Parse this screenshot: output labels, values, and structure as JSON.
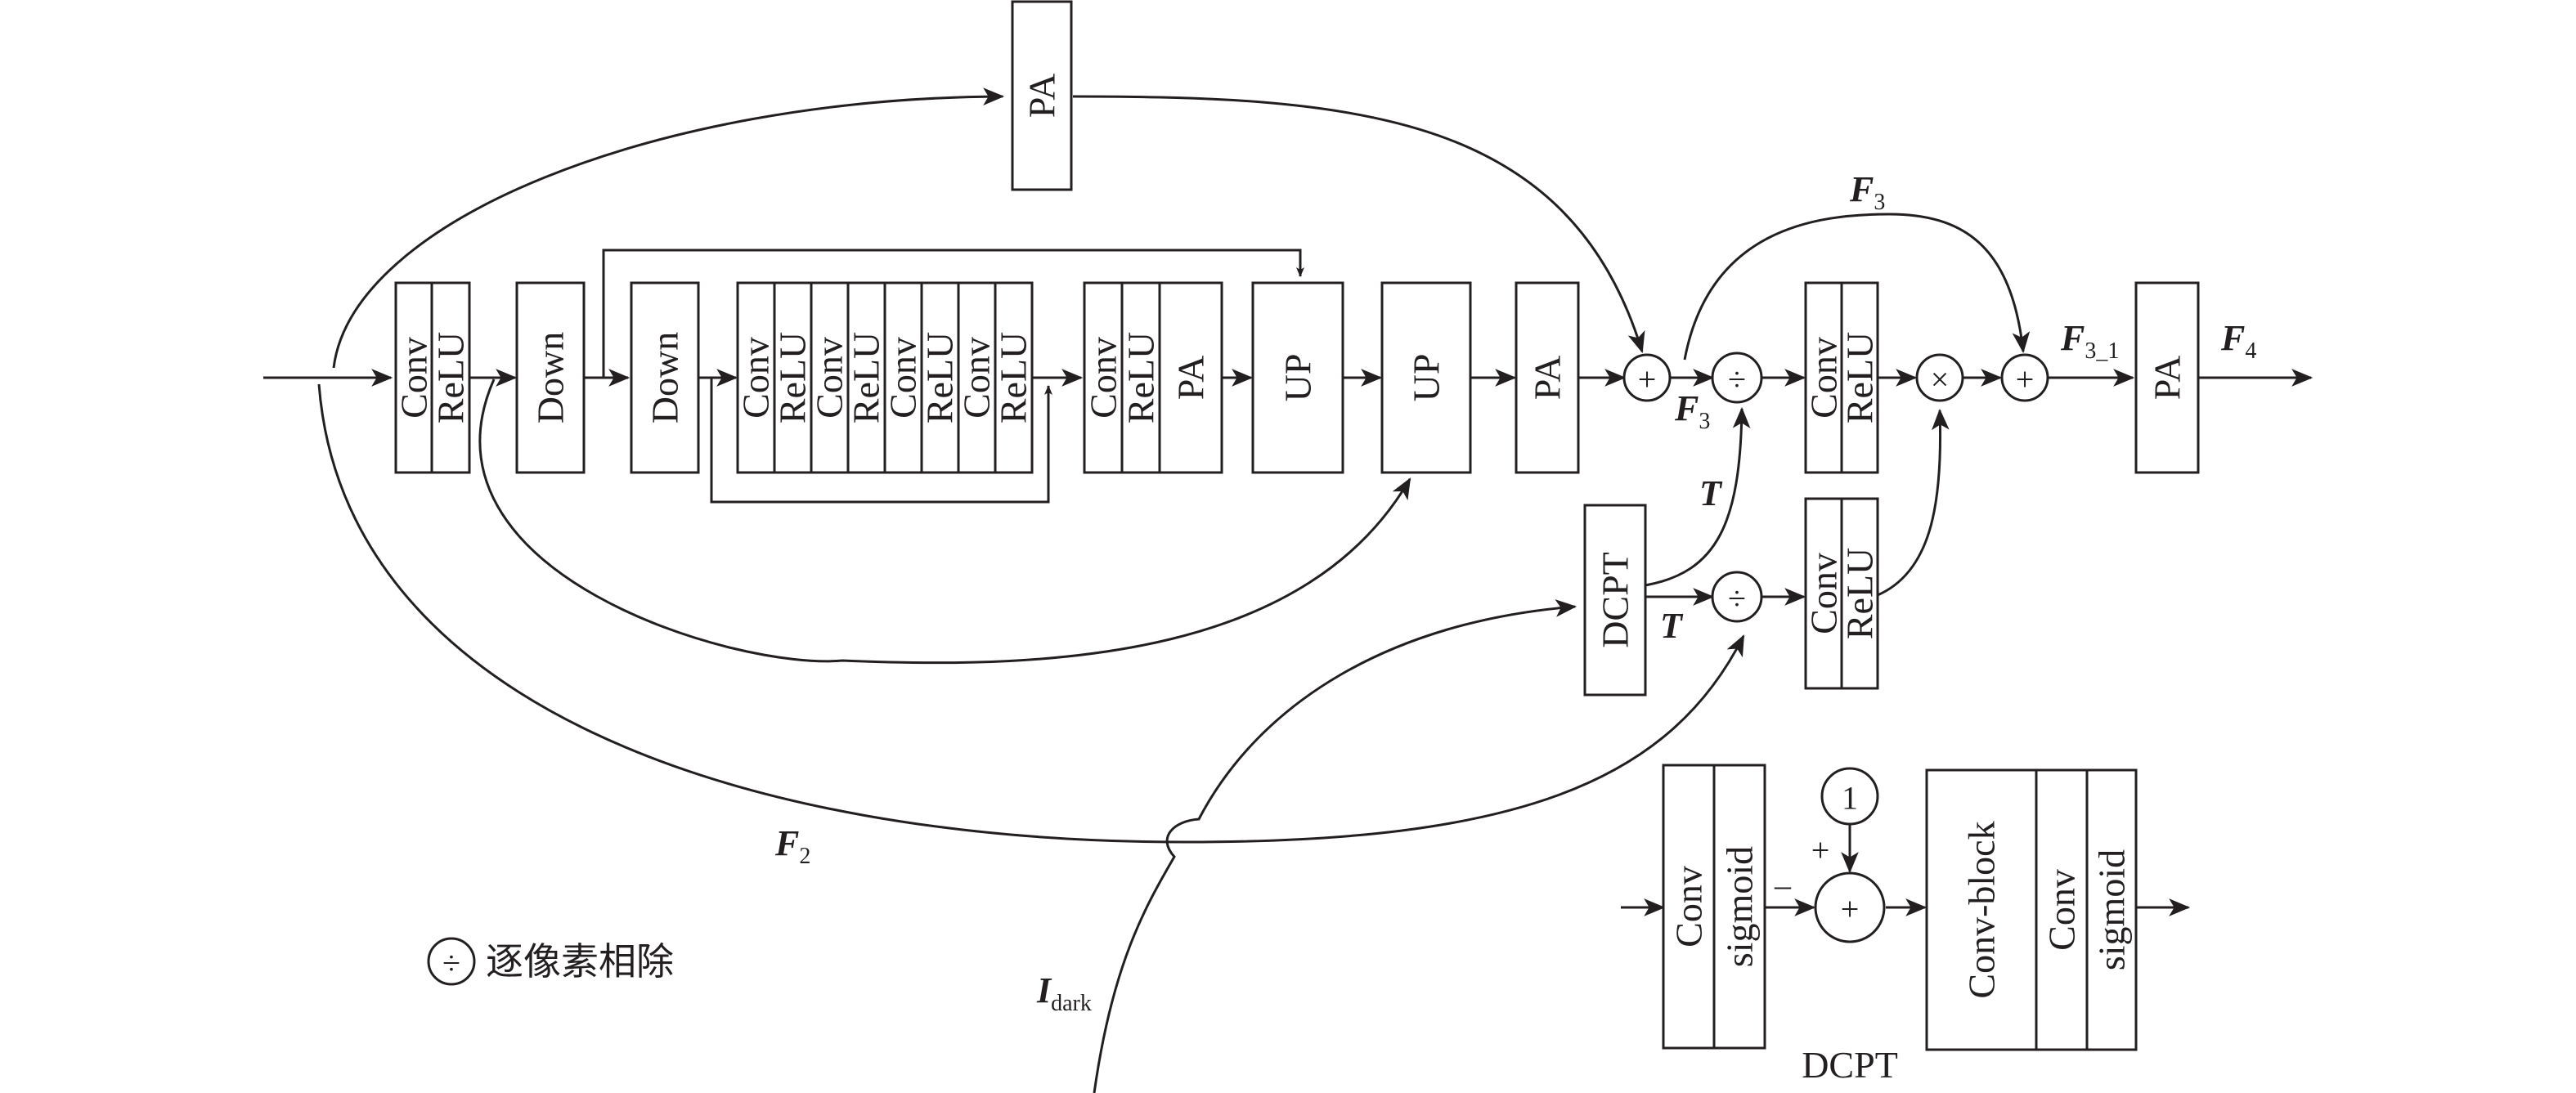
{
  "blocks": {
    "pa_top": "PA",
    "conv1": "Conv",
    "relu1": "ReLU",
    "down1": "Down",
    "down2": "Down",
    "rb": [
      "Conv",
      "ReLU",
      "Conv",
      "ReLU",
      "Conv",
      "ReLU",
      "Conv",
      "ReLU"
    ],
    "conv_a": "Conv",
    "relu_a": "ReLU",
    "pa_a": "PA",
    "up1": "UP",
    "up2": "UP",
    "pa_b": "PA",
    "dcpt": "DCPT",
    "conv_m": "Conv",
    "relu_m": "ReLU",
    "conv_l": "Conv",
    "relu_l": "ReLU",
    "pa_out": "PA"
  },
  "operators": {
    "plus": "+",
    "divide": "÷",
    "multiply": "×"
  },
  "labels": {
    "F": "F",
    "T": "T",
    "I": "I",
    "sub_3": "3",
    "sub_3_1": "3_1",
    "sub_4": "4",
    "sub_2": "2",
    "sub_dark": "dark"
  },
  "legend": {
    "symbol": "÷",
    "text": "逐像素相除"
  },
  "dcpt_detail": {
    "conv": "Conv",
    "sigmoid": "sigmoid",
    "one": "1",
    "plus_sign": "+",
    "minus_sign": "–",
    "sum": "+",
    "conv_block": "Conv-block",
    "conv2": "Conv",
    "sigmoid2": "sigmoid",
    "caption": "DCPT"
  },
  "colors": {
    "stroke": "#231f20",
    "background": "#ffffff"
  }
}
